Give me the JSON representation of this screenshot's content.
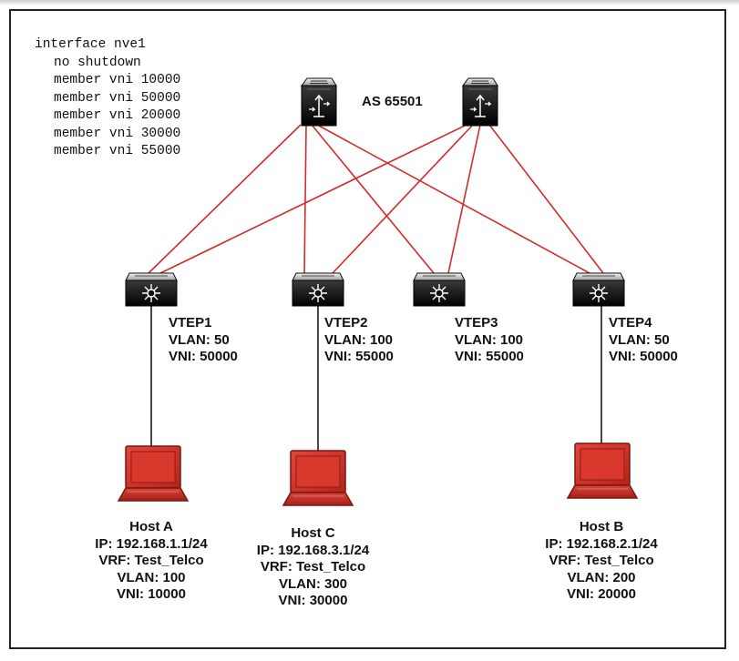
{
  "config": {
    "lines": [
      "interface nve1",
      "no shutdown",
      "member vni 10000",
      "member vni 50000",
      "member vni 20000",
      "member vni 30000",
      "member vni 55000"
    ]
  },
  "as_label": "AS 65501",
  "vteps": [
    {
      "name": "VTEP1",
      "vlan": "VLAN: 50",
      "vni": "VNI: 50000"
    },
    {
      "name": "VTEP2",
      "vlan": "VLAN: 100",
      "vni": "VNI: 55000"
    },
    {
      "name": "VTEP3",
      "vlan": "VLAN: 100",
      "vni": "VNI: 55000"
    },
    {
      "name": "VTEP4",
      "vlan": "VLAN: 50",
      "vni": "VNI: 50000"
    }
  ],
  "hosts": [
    {
      "name": "Host A",
      "ip": "IP: 192.168.1.1/24",
      "vrf": "VRF: Test_Telco",
      "vlan": "VLAN: 100",
      "vni": "VNI: 10000"
    },
    {
      "name": "Host C",
      "ip": "IP: 192.168.3.1/24",
      "vrf": "VRF: Test_Telco",
      "vlan": "VLAN: 300",
      "vni": "VNI: 30000"
    },
    {
      "name": "Host B",
      "ip": "IP: 192.168.2.1/24",
      "vrf": "VRF: Test_Telco",
      "vlan": "VLAN: 200",
      "vni": "VNI: 20000"
    }
  ],
  "colors": {
    "link_red": "#d42a2a",
    "device_black": "#0c0c0c",
    "laptop_red": "#cc2f25",
    "access_line": "#1a1a1a"
  }
}
